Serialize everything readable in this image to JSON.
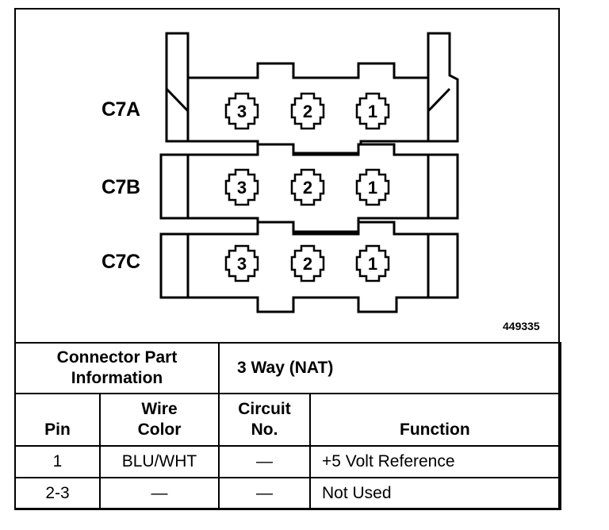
{
  "figure_id": "449335",
  "connectors": [
    {
      "label": "C7A",
      "pins": [
        "3",
        "2",
        "1"
      ]
    },
    {
      "label": "C7B",
      "pins": [
        "3",
        "2",
        "1"
      ]
    },
    {
      "label": "C7C",
      "pins": [
        "3",
        "2",
        "1"
      ]
    }
  ],
  "part_info": {
    "label_line1": "Connector Part",
    "label_line2": "Information",
    "value": "3 Way (NAT)"
  },
  "table": {
    "headers": {
      "pin": "Pin",
      "wire_color_line1": "Wire",
      "wire_color_line2": "Color",
      "circuit_line1": "Circuit",
      "circuit_line2": "No.",
      "function": "Function"
    },
    "rows": [
      {
        "pin": "1",
        "wire_color": "BLU/WHT",
        "circuit": "—",
        "function": "+5 Volt Reference"
      },
      {
        "pin": "2-3",
        "wire_color": "—",
        "circuit": "—",
        "function": "Not Used"
      }
    ]
  }
}
